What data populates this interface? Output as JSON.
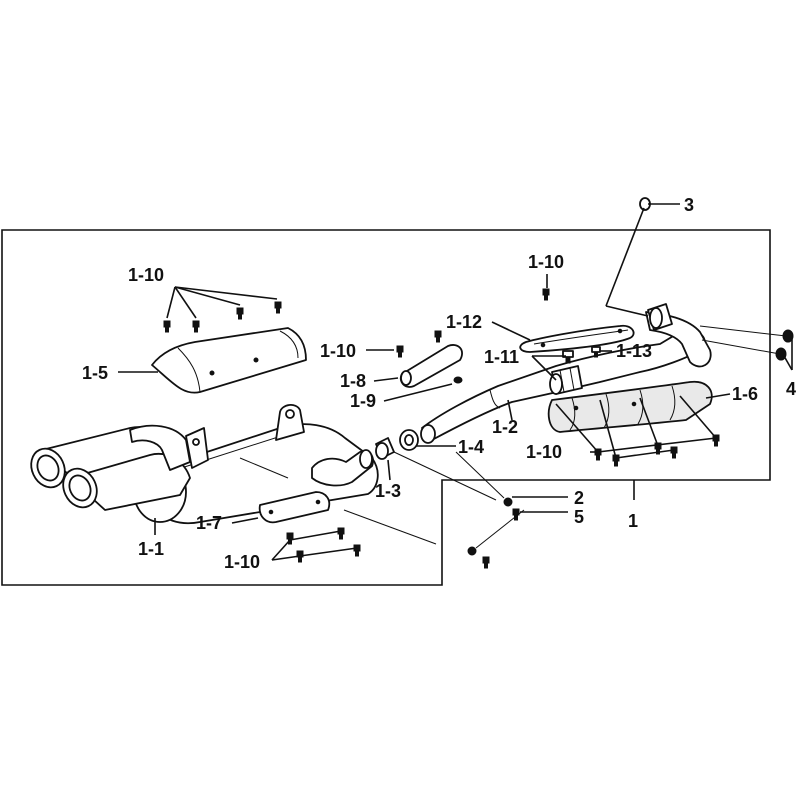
{
  "labels": {
    "l1": "1",
    "l1_1": "1-1",
    "l1_2": "1-2",
    "l1_3": "1-3",
    "l1_4": "1-4",
    "l1_5": "1-5",
    "l1_6": "1-6",
    "l1_7": "1-7",
    "l1_8": "1-8",
    "l1_9": "1-9",
    "l1_10": "1-10",
    "l1_11": "1-11",
    "l1_12": "1-12",
    "l1_13": "1-13",
    "l2": "2",
    "l3": "3",
    "l4": "4",
    "l5": "5"
  }
}
